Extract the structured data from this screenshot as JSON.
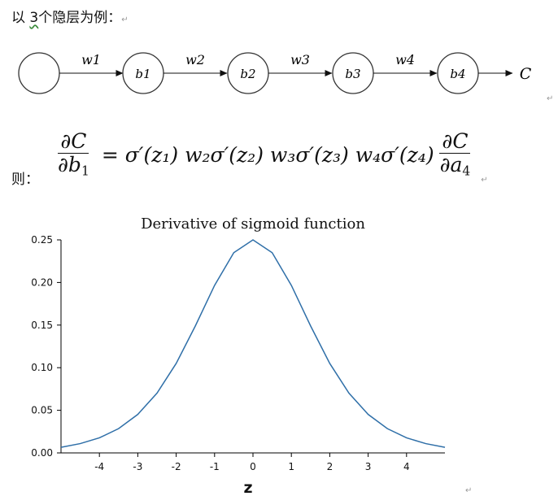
{
  "intro": {
    "prefix": "以",
    "number": "3",
    "suffix": "个隐层为例："
  },
  "then_label": "则：",
  "network": {
    "nodes": [
      "",
      "b1",
      "b2",
      "b3",
      "b4"
    ],
    "weights": [
      "w1",
      "w2",
      "w3",
      "w4"
    ],
    "output": "C"
  },
  "formula": {
    "lhs_num": "∂C",
    "lhs_den": "∂b",
    "lhs_den_sub": "1",
    "rhs": "= σ′(z₁) w₂σ′(z₂) w₃σ′(z₃) w₄σ′(z₄)",
    "rhs_num": "∂C",
    "rhs_den": "∂a",
    "rhs_den_sub": "4"
  },
  "pilcrow": "↵",
  "chart_data": {
    "type": "line",
    "title": "Derivative of sigmoid function",
    "xlabel": "z",
    "ylabel": "",
    "xlim": [
      -5,
      5
    ],
    "ylim": [
      0,
      0.25
    ],
    "xticks": [
      "-4",
      "-3",
      "-2",
      "-1",
      "0",
      "1",
      "2",
      "3",
      "4"
    ],
    "yticks": [
      "0.00",
      "0.05",
      "0.10",
      "0.15",
      "0.20",
      "0.25"
    ],
    "series": [
      {
        "color": "#2f6fa8",
        "x": [
          -5,
          -4.5,
          -4,
          -3.5,
          -3,
          -2.5,
          -2,
          -1.5,
          -1,
          -0.5,
          0,
          0.5,
          1,
          1.5,
          2,
          2.5,
          3,
          3.5,
          4,
          4.5,
          5
        ],
        "y": [
          0.0066,
          0.0109,
          0.0177,
          0.0285,
          0.0452,
          0.0701,
          0.105,
          0.1491,
          0.1966,
          0.235,
          0.25,
          0.235,
          0.1966,
          0.1491,
          0.105,
          0.0701,
          0.0452,
          0.0285,
          0.0177,
          0.0109,
          0.0066
        ]
      }
    ]
  }
}
